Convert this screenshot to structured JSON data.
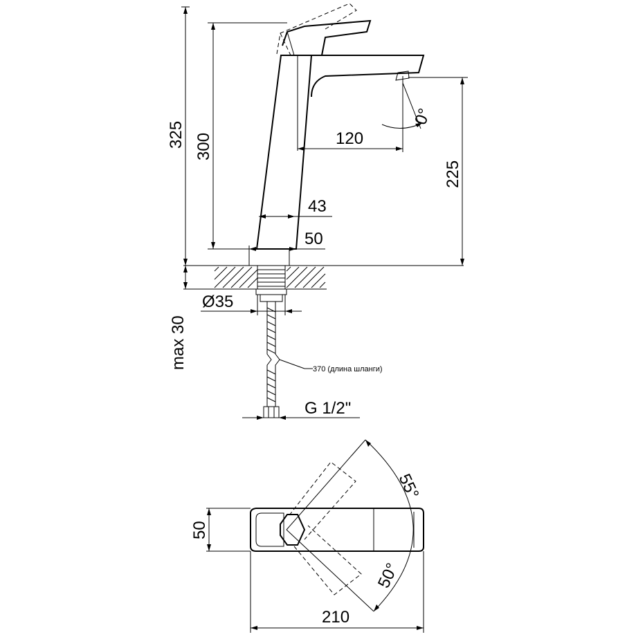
{
  "dimensions": {
    "total_height": "325",
    "body_height": "300",
    "spout_reach": "120",
    "spout_height": "225",
    "spout_angle": "0°",
    "body_width_top": "43",
    "body_width_base": "50",
    "hole_diameter": "Ø35",
    "max_thickness": "max 30",
    "hose_length": "370 (длина шланги)",
    "thread": "G 1/2\"",
    "top_width": "50",
    "total_length": "210",
    "rotate_left": "55°",
    "rotate_right": "50°"
  }
}
